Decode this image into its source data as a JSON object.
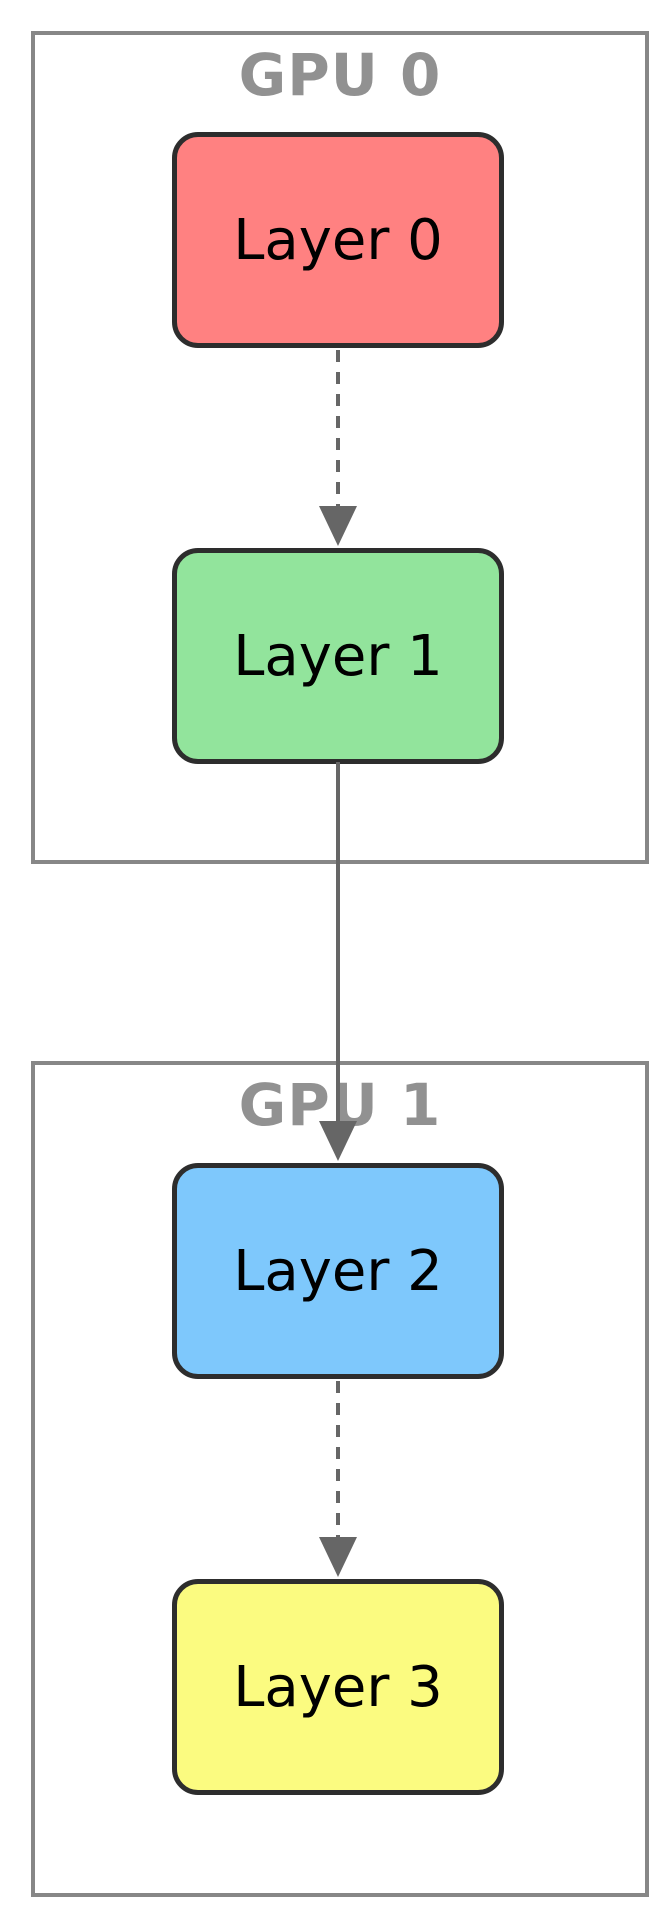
{
  "diagram": {
    "kind": "pipeline-parallelism-layers-across-gpus"
  },
  "gpus": [
    {
      "label": "GPU 0",
      "layers": [
        {
          "label": "Layer 0",
          "fill": "#ff8181"
        },
        {
          "label": "Layer 1",
          "fill": "#92e49c"
        }
      ]
    },
    {
      "label": "GPU 1",
      "layers": [
        {
          "label": "Layer 2",
          "fill": "#7ec8fc"
        },
        {
          "label": "Layer 3",
          "fill": "#fbfb80"
        }
      ]
    }
  ],
  "edges": [
    {
      "from": "Layer 0",
      "to": "Layer 1",
      "style": "dashed"
    },
    {
      "from": "Layer 1",
      "to": "Layer 2",
      "style": "solid"
    },
    {
      "from": "Layer 2",
      "to": "Layer 3",
      "style": "dashed"
    }
  ],
  "colors": {
    "background": "#ffffff",
    "container_border": "#878787",
    "gpu_label": "#919191",
    "layer_border": "#2d2d2d",
    "layer_text": "#000000",
    "arrow": "#666666"
  }
}
